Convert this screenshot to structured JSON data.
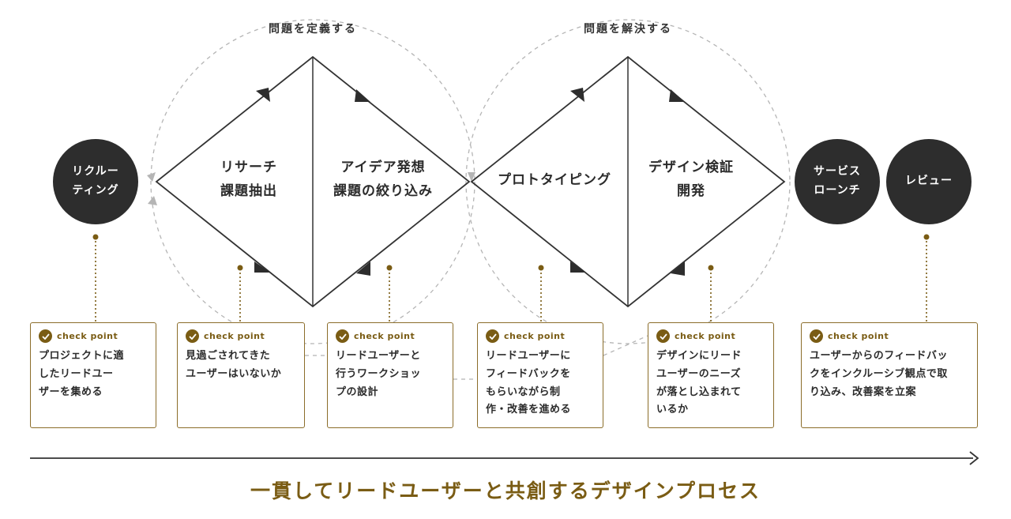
{
  "phases": {
    "define": "問題を定義する",
    "solve": "問題を解決する"
  },
  "diamonds": [
    {
      "lines": [
        "リサーチ",
        "課題抽出"
      ]
    },
    {
      "lines": [
        "アイデア発想",
        "課題の絞り込み"
      ]
    },
    {
      "lines": [
        "プロトタイピング"
      ]
    },
    {
      "lines": [
        "デザイン検証",
        "開発"
      ]
    }
  ],
  "stages": {
    "recruiting": [
      "リクルー",
      "ティング"
    ],
    "launch": [
      "サービス",
      "ローンチ"
    ],
    "review": [
      "レビュー"
    ]
  },
  "checkpoint_label": "check point",
  "checkpoints": [
    {
      "text": [
        "プロジェクトに適",
        "したリードユー",
        "ザーを集める"
      ]
    },
    {
      "text": [
        "見過ごされてきた",
        "ユーザーはいないか"
      ]
    },
    {
      "text": [
        "リードユーザーと",
        "行うワークショッ",
        "プの設計"
      ]
    },
    {
      "text": [
        "リードユーザーに",
        "フィードバックを",
        "もらいながら制",
        "作・改善を進める"
      ]
    },
    {
      "text": [
        "デザインにリード",
        "ユーザーのニーズ",
        "が落とし込まれて",
        "いるか"
      ]
    },
    {
      "text": [
        "ユーザーからのフィードバッ",
        "クをインクルーシブ観点で取",
        "り込み、改善案を立案"
      ]
    }
  ],
  "footer_title": "一貫してリードユーザーと共創するデザインプロセス",
  "colors": {
    "accent": "#7a5c14",
    "dark": "#2d2d2d",
    "line": "#333333",
    "dash": "#aaaaaa"
  },
  "icons": {
    "check": "check-circle-icon",
    "arrow": "arrow-right-icon"
  }
}
